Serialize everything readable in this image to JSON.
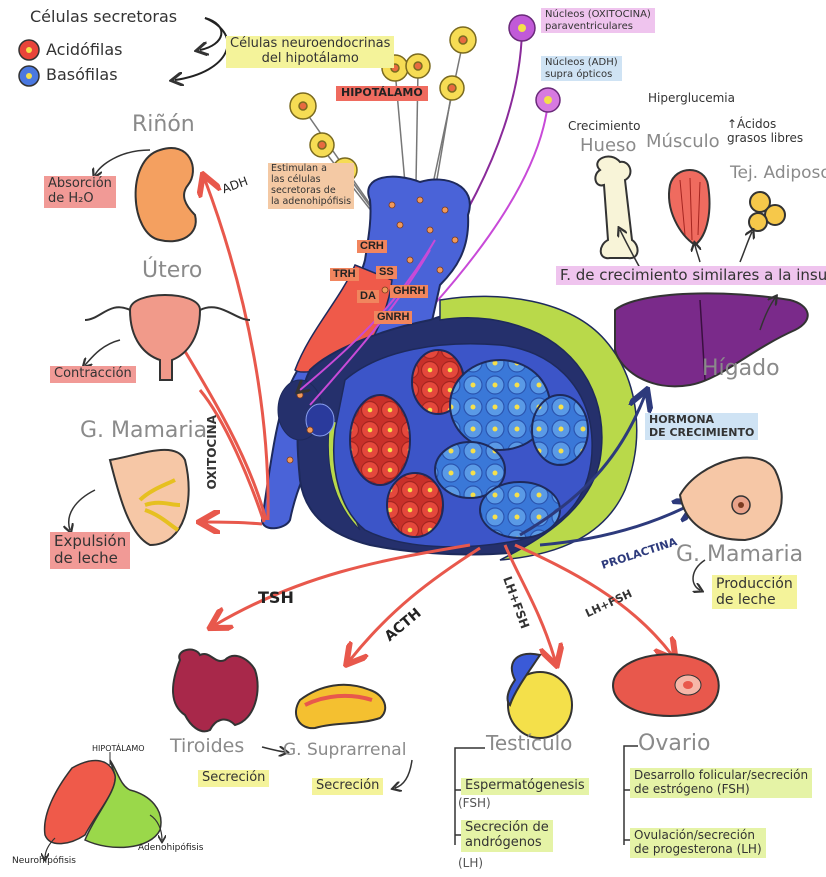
{
  "legend": {
    "title": "Células secretoras",
    "acid": "Acidófilas",
    "baso": "Basófilas"
  },
  "hypothalamus": {
    "neuro_cells": "Células neuroendocrinas\ndel hipotálamo",
    "label": "HIPOTÁLAMO",
    "stimulate": "Estimulan a\nlas células\nsecretoras de\nla adenohipófisis",
    "hormones": [
      "CRH",
      "TRH",
      "SS",
      "DA",
      "GHRH",
      "GNRH"
    ],
    "nuclei_para": "Núcleos (OXITOCINA)\nparaventriculares",
    "nuclei_supra": "Núcleos (ADH)\nsupra ópticos"
  },
  "left": {
    "kidney": "Riñón",
    "kidney_effect": "Absorción\nde H₂O",
    "adh": "ADH",
    "uterus": "Útero",
    "uterus_effect": "Contracción",
    "mammary": "G. Mamaria",
    "mammary_effect": "Expulsión\nde leche",
    "oxytocin": "OXITOCINA"
  },
  "right": {
    "hyperglycemia": "Hiperglucemia",
    "growth": "Crecimiento",
    "bone": "Hueso",
    "muscle": "Músculo",
    "fatty": "↑Ácidos\ngrasos libres",
    "adipose": "Tej. Adiposo",
    "igf": "F. de crecimiento similares a la insulina",
    "liver": "Hígado",
    "gh": "HORMONA\nDE CRECIMIENTO",
    "prolactin": "PROLACTINA",
    "mammary": "G. Mamaria",
    "mammary_effect": "Producción\nde leche"
  },
  "bottom": {
    "tsh": "TSH",
    "acth": "ACTH",
    "lhfsh1": "LH+FSH",
    "lhfsh2": "LH+FSH",
    "thyroid": "Tiroides",
    "thyroid_effect": "Secreción",
    "adrenal": "G. Suprarrenal",
    "adrenal_effect": "Secreción",
    "testis": "Testículo",
    "testis_e1": "Espermatógenesis",
    "testis_e1b": "(FSH)",
    "testis_e2": "Secreción de\nandrógenos",
    "testis_e2b": "(LH)",
    "ovary": "Ovario",
    "ovary_e1": "Desarrollo folicular/secreción\nde estrógeno (FSH)",
    "ovary_e2": "Ovulación/secreción\nde progesterona (LH)"
  },
  "mini": {
    "hypo": "HIPOTÁLAMO",
    "neuro": "Neurohipófisis",
    "adeno": "Adenohipófisis"
  },
  "colors": {
    "red_arrow": "#e8584c",
    "navy_arrow": "#2d3a7c",
    "gland_blue": "#4a63d8",
    "gland_navy": "#25306c",
    "gland_red": "#ef5a4a",
    "gland_green": "#b9d94a"
  }
}
